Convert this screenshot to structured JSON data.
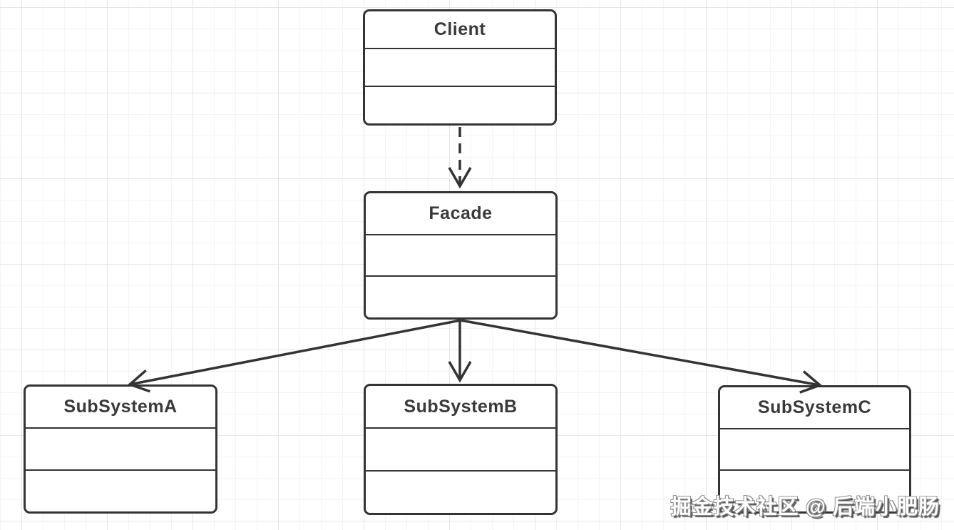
{
  "diagram": {
    "type": "uml-class-diagram",
    "pattern": "Facade",
    "nodes": {
      "client": {
        "label": "Client",
        "compartments": 3
      },
      "facade": {
        "label": "Facade",
        "compartments": 3
      },
      "subsystem_a": {
        "label": "SubSystemA",
        "compartments": 3
      },
      "subsystem_b": {
        "label": "SubSystemB",
        "compartments": 3
      },
      "subsystem_c": {
        "label": "SubSystemC",
        "compartments": 3
      }
    },
    "edges": [
      {
        "from": "Client",
        "to": "Facade",
        "line": "dashed",
        "arrowhead": "open-v"
      },
      {
        "from": "Facade",
        "to": "SubSystemA",
        "line": "solid",
        "arrowhead": "open-v"
      },
      {
        "from": "Facade",
        "to": "SubSystemB",
        "line": "solid",
        "arrowhead": "open-v"
      },
      {
        "from": "Facade",
        "to": "SubSystemC",
        "line": "solid",
        "arrowhead": "open-v"
      }
    ],
    "colors": {
      "stroke": "#343434",
      "box_fill": "#ffffff",
      "title_text": "#3a3a3a",
      "grid_major": "#e7e7e7",
      "grid_minor": "#f4f4f4",
      "background": "#ffffff",
      "watermark_text": "#ffffff",
      "watermark_shadow": "#565656"
    }
  },
  "watermark": {
    "text": "掘金技术社区 @ 后端小肥肠"
  }
}
